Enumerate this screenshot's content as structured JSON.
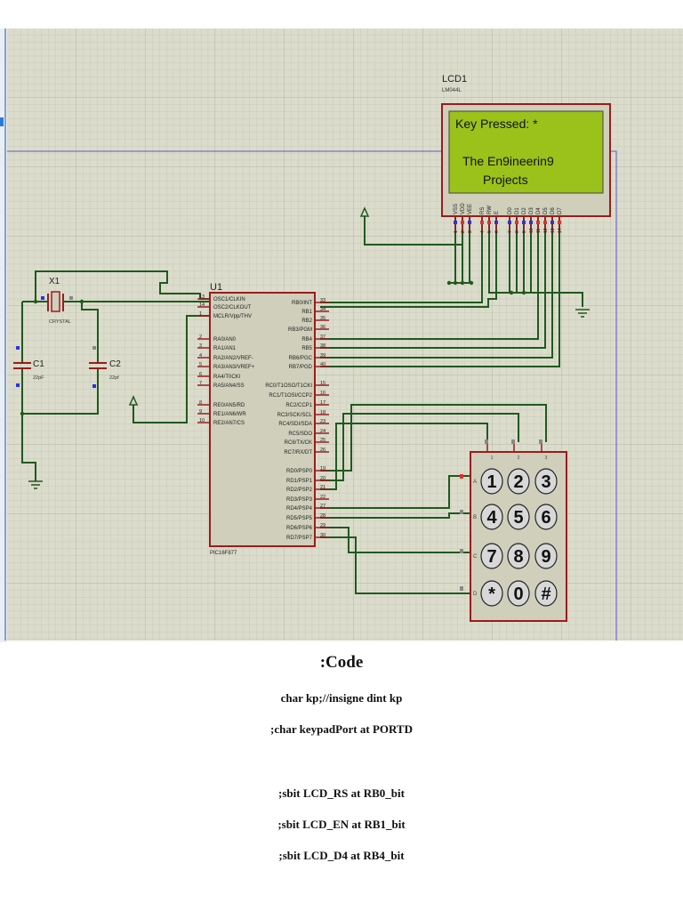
{
  "schematic": {
    "colors": {
      "background": "#dcdccc",
      "grid_minor": "#c9c9b8",
      "grid_major": "#b8b8a6",
      "wire": "#1e5a1e",
      "part_outline": "#9b1c1c",
      "part_fill": "#cfcfbb",
      "lcd_screen": "#9bc21a",
      "sheet_border": "#5a5acc"
    },
    "lcd": {
      "ref": "LCD1",
      "model": "LM044L",
      "line1": "Key Pressed: *",
      "line2": "The En9ineerin9",
      "line3": "Projects",
      "pins": [
        {
          "n": "1",
          "name": "VSS"
        },
        {
          "n": "2",
          "name": "VDD"
        },
        {
          "n": "3",
          "name": "VEE"
        },
        {
          "n": "4",
          "name": "RS"
        },
        {
          "n": "5",
          "name": "RW"
        },
        {
          "n": "6",
          "name": "E"
        },
        {
          "n": "7",
          "name": "D0"
        },
        {
          "n": "8",
          "name": "D1"
        },
        {
          "n": "9",
          "name": "D2"
        },
        {
          "n": "10",
          "name": "D3"
        },
        {
          "n": "11",
          "name": "D4"
        },
        {
          "n": "12",
          "name": "D5"
        },
        {
          "n": "13",
          "name": "D6"
        },
        {
          "n": "14",
          "name": "D7"
        }
      ]
    },
    "mcu": {
      "ref": "U1",
      "model": "PIC16F877",
      "left_pins": [
        {
          "n": "13",
          "name": "OSC1/CLKIN"
        },
        {
          "n": "14",
          "name": "OSC2/CLKOUT"
        },
        {
          "n": "1",
          "name": "MCLR/Vpp/THV"
        },
        {
          "n": "2",
          "name": "RA0/AN0"
        },
        {
          "n": "3",
          "name": "RA1/AN1"
        },
        {
          "n": "4",
          "name": "RA2/AN2/VREF-"
        },
        {
          "n": "5",
          "name": "RA3/AN3/VREF+"
        },
        {
          "n": "6",
          "name": "RA4/T0CKI"
        },
        {
          "n": "7",
          "name": "RA5/AN4/SS"
        },
        {
          "n": "8",
          "name": "RE0/AN5/RD"
        },
        {
          "n": "9",
          "name": "RE1/AN6/WR"
        },
        {
          "n": "10",
          "name": "RE2/AN7/CS"
        }
      ],
      "right_pins": [
        {
          "n": "33",
          "name": "RB0/INT"
        },
        {
          "n": "34",
          "name": "RB1"
        },
        {
          "n": "35",
          "name": "RB2"
        },
        {
          "n": "36",
          "name": "RB3/PGM"
        },
        {
          "n": "37",
          "name": "RB4"
        },
        {
          "n": "38",
          "name": "RB5"
        },
        {
          "n": "39",
          "name": "RB6/PGC"
        },
        {
          "n": "40",
          "name": "RB7/PGD"
        },
        {
          "n": "15",
          "name": "RC0/T1OSO/T1CKI"
        },
        {
          "n": "16",
          "name": "RC1/T1OSI/CCP2"
        },
        {
          "n": "17",
          "name": "RC2/CCP1"
        },
        {
          "n": "18",
          "name": "RC3/SCK/SCL"
        },
        {
          "n": "23",
          "name": "RC4/SDI/SDA"
        },
        {
          "n": "24",
          "name": "RC5/SDO"
        },
        {
          "n": "25",
          "name": "RC6/TX/CK"
        },
        {
          "n": "26",
          "name": "RC7/RX/DT"
        },
        {
          "n": "19",
          "name": "RD0/PSP0"
        },
        {
          "n": "20",
          "name": "RD1/PSP1"
        },
        {
          "n": "21",
          "name": "RD2/PSP2"
        },
        {
          "n": "22",
          "name": "RD3/PSP3"
        },
        {
          "n": "27",
          "name": "RD4/PSP4"
        },
        {
          "n": "28",
          "name": "RD5/PSP5"
        },
        {
          "n": "29",
          "name": "RD6/PSP6"
        },
        {
          "n": "30",
          "name": "RD7/PSP7"
        }
      ]
    },
    "crystal": {
      "ref": "X1",
      "model": "CRYSTAL"
    },
    "c1": {
      "ref": "C1",
      "value": "22pF"
    },
    "c2": {
      "ref": "C2",
      "value": "22pf"
    },
    "keypad": {
      "columns": [
        "1",
        "2",
        "3"
      ],
      "rows": [
        "A",
        "B",
        "C",
        "D"
      ],
      "keys": [
        "1",
        "2",
        "3",
        "4",
        "5",
        "6",
        "7",
        "8",
        "9",
        "*",
        "0",
        "#"
      ]
    }
  },
  "document": {
    "heading": ":Code",
    "lines": [
      "char kp;//insigne dint kp",
      ";char keypadPort at PORTD",
      ";sbit LCD_RS at RB0_bit",
      ";sbit LCD_EN at RB1_bit",
      ";sbit LCD_D4 at RB4_bit"
    ]
  }
}
